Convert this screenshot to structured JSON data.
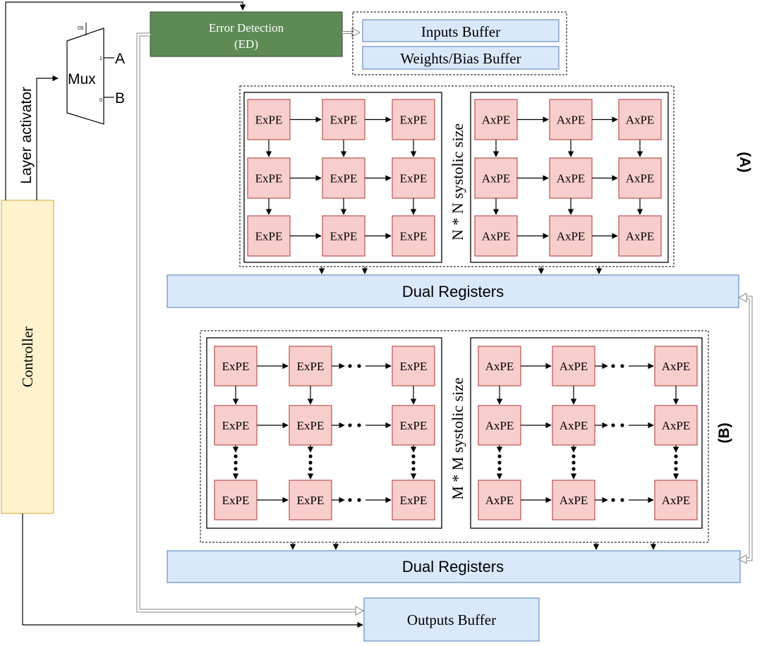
{
  "mux": {
    "label": "Mux",
    "select_label": "0S",
    "in1_label": "1",
    "in0_label": "0",
    "out_a": "A",
    "out_b": "B"
  },
  "layer_activator": "Layer activator",
  "controller": "Controller",
  "error_detection": {
    "line1": "Error Detection",
    "line2": "(ED)"
  },
  "inputs_buffer": "Inputs Buffer",
  "weights_buffer": "Weights/Bias Buffer",
  "array_a": {
    "tag": "(A)",
    "size_label": "N * N systolic size",
    "exact_pe": "ExPE",
    "approx_pe": "AxPE"
  },
  "array_b": {
    "tag": "(B)",
    "size_label": "M * M systolic size",
    "exact_pe": "ExPE",
    "approx_pe": "AxPE"
  },
  "dual_registers_a": "Dual Registers",
  "dual_registers_b": "Dual Registers",
  "outputs_buffer": "Outputs Buffer",
  "colors": {
    "pe_fill": "#f8cecc",
    "pe_stroke": "#b85450",
    "buffer_fill": "#dae8fc",
    "buffer_stroke": "#6c8ebf",
    "controller_fill": "#fff2cc",
    "controller_stroke": "#d6b656",
    "ed_fill": "#5d8a55",
    "ed_stroke": "#3a5a34"
  }
}
